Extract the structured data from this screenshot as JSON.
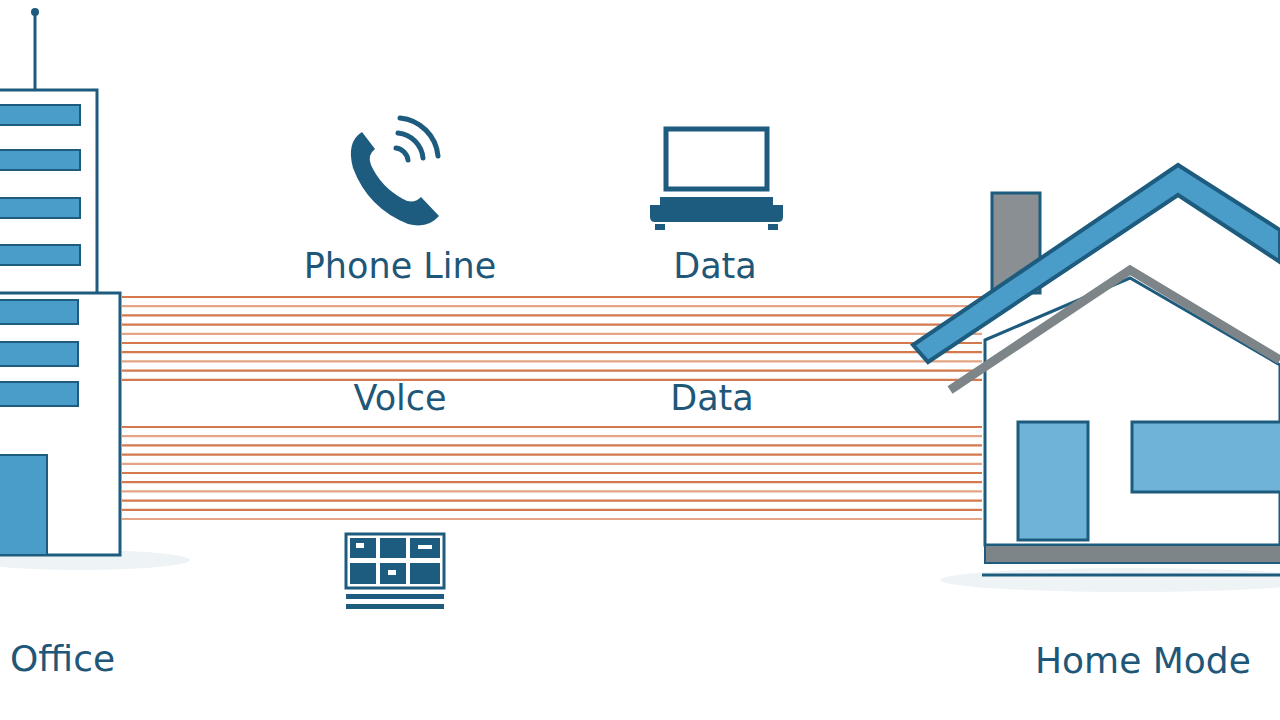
{
  "diagram": {
    "nodes": [
      {
        "text": [
          "Office"
        ]
      },
      {
        "text": [
          "Home Mode"
        ]
      }
    ],
    "edges": [
      {
        "from": 0,
        "to": 1,
        "arrow": "none"
      },
      {
        "from": 0,
        "to": 1,
        "arrow": "none"
      }
    ],
    "labels": [
      "Phone Line",
      "Data",
      "Volce",
      "Data"
    ]
  }
}
